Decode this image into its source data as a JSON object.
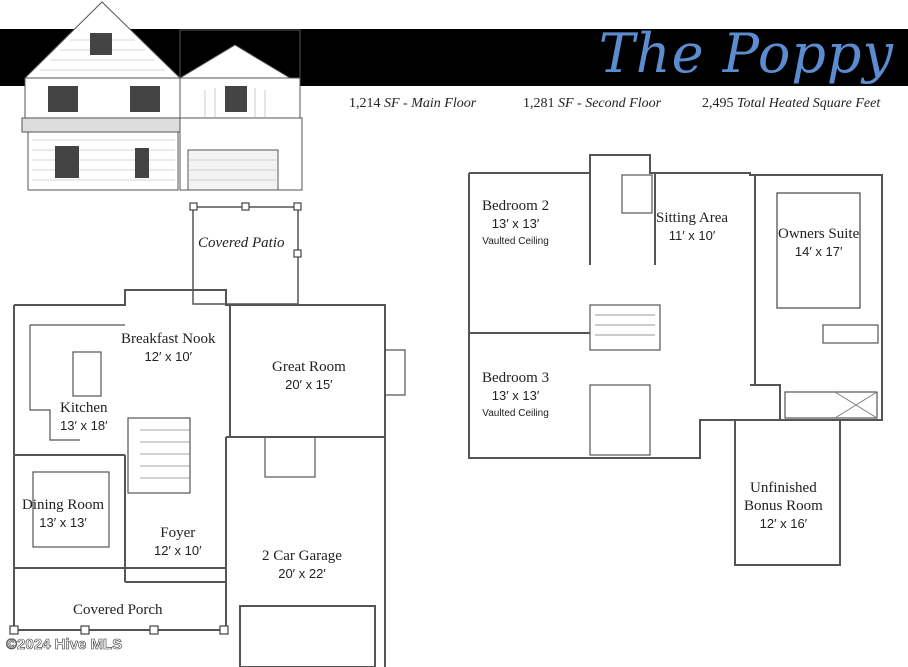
{
  "header": {
    "title": "The Poppy",
    "stats": [
      {
        "num": "1,214",
        "text": "SF - Main Floor"
      },
      {
        "num": "1,281",
        "text": "SF - Second Floor"
      },
      {
        "num": "2,495",
        "text": "Total Heated Square Feet"
      }
    ]
  },
  "main_floor": {
    "rooms": [
      {
        "name": "Covered Patio",
        "dim": ""
      },
      {
        "name": "Breakfast Nook",
        "dim": "12′ x 10′"
      },
      {
        "name": "Great Room",
        "dim": "20′ x 15′"
      },
      {
        "name": "Kitchen",
        "dim": "13′ x 18′"
      },
      {
        "name": "Dining Room",
        "dim": "13′ x 13′"
      },
      {
        "name": "Foyer",
        "dim": "12′ x 10′"
      },
      {
        "name": "2 Car Garage",
        "dim": "20′ x 22′"
      },
      {
        "name": "Covered Porch",
        "dim": ""
      }
    ]
  },
  "second_floor": {
    "rooms": [
      {
        "name": "Bedroom 2",
        "dim": "13′ x 13′",
        "note": "Vaulted Ceiling"
      },
      {
        "name": "Sitting Area",
        "dim": "11′ x 10′",
        "note": ""
      },
      {
        "name": "Owners Suite",
        "dim": "14′ x 17′",
        "note": ""
      },
      {
        "name": "Bedroom 3",
        "dim": "13′ x 13′",
        "note": "Vaulted Ceiling"
      },
      {
        "name": "Unfinished",
        "dim": "",
        "note": ""
      },
      {
        "name": "Bonus Room",
        "dim": "12′ x 16′",
        "note": ""
      }
    ]
  },
  "footer": {
    "copyright": "©2024 Hive MLS"
  },
  "colors": {
    "title": "#5b8ccf",
    "banner": "#000000",
    "walls": "#555555"
  }
}
